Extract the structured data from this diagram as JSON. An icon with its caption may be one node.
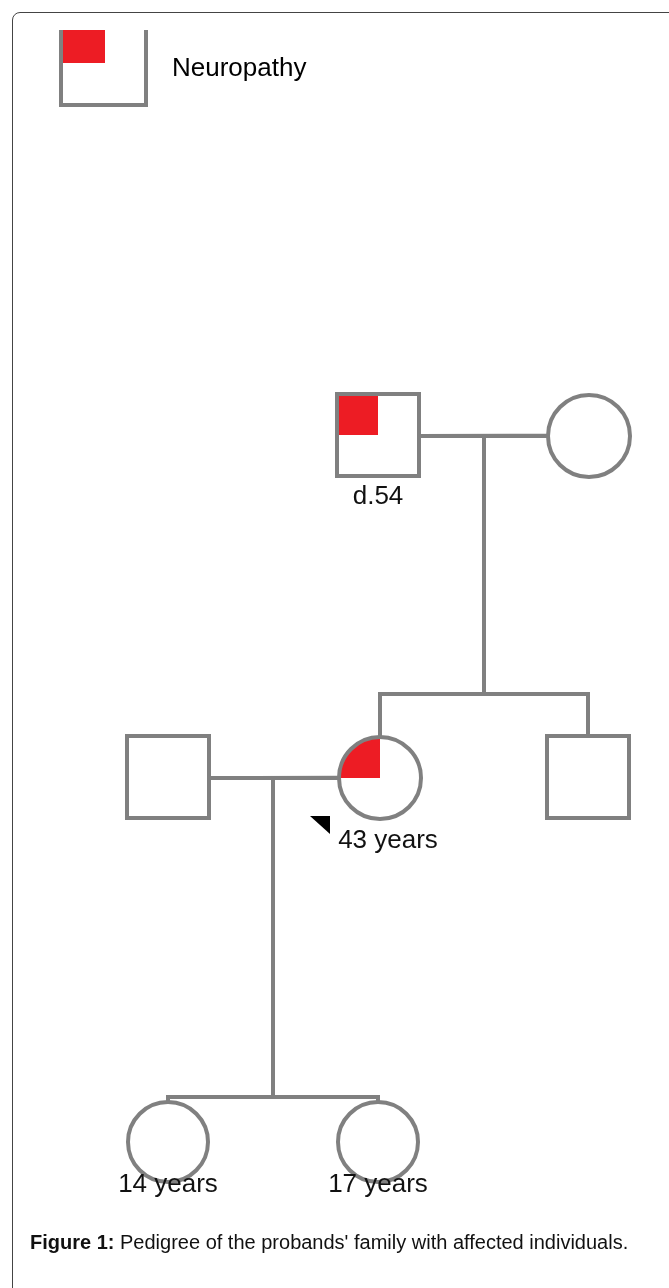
{
  "diagram": {
    "caption": "**Figure 1:** Pedigree of the probands' family with affected individuals.",
    "nodes": [
      {
        "text": [],
        "shape": "box",
        "beside": [
          "d.54"
        ]
      },
      {
        "text": [],
        "shape": "circle"
      },
      {
        "text": [],
        "shape": "box"
      },
      {
        "text": [],
        "shape": "circle",
        "beside": [
          "43 years"
        ]
      },
      {
        "text": [],
        "shape": "box"
      },
      {
        "text": [],
        "shape": "circle",
        "beside": [
          "14 years"
        ]
      },
      {
        "text": [],
        "shape": "circle",
        "beside": [
          "17 years"
        ]
      }
    ],
    "edges": [
      {
        "from": 0,
        "to": 1,
        "arrow": "none"
      },
      {
        "from": 0,
        "to": 3,
        "arrow": "none"
      },
      {
        "from": 0,
        "to": 4,
        "arrow": "none"
      },
      {
        "from": 1,
        "to": 3,
        "arrow": "none"
      },
      {
        "from": 1,
        "to": 4,
        "arrow": "none"
      },
      {
        "from": 2,
        "to": 3,
        "arrow": "none"
      },
      {
        "from": 2,
        "to": 5,
        "arrow": "none"
      },
      {
        "from": 2,
        "to": 6,
        "arrow": "none"
      },
      {
        "from": 3,
        "to": 5,
        "arrow": "none"
      },
      {
        "from": 3,
        "to": 6,
        "arrow": "none"
      }
    ],
    "legend": [
      {
        "text": "Neuropathy"
      }
    ]
  }
}
